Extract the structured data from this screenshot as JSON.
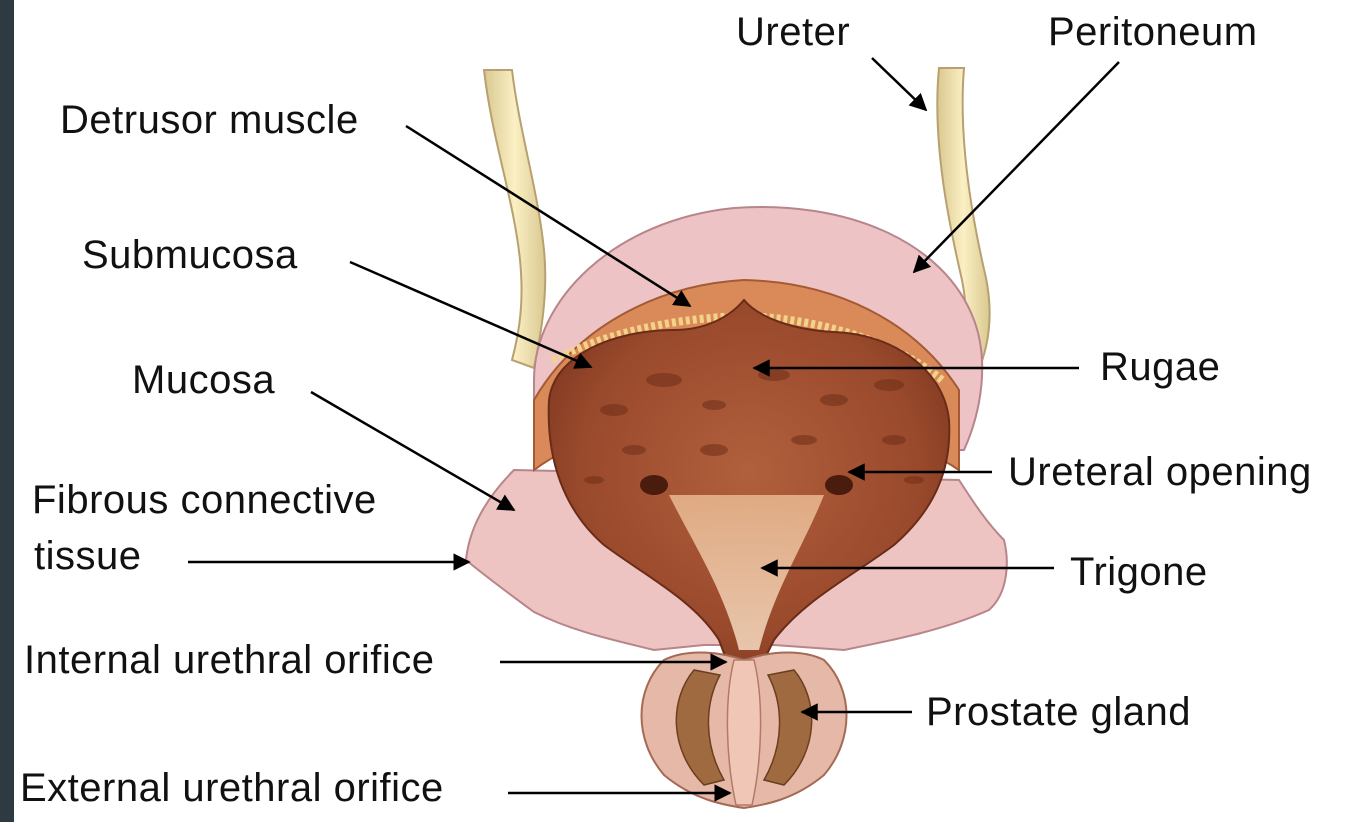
{
  "title": "",
  "labels": {
    "ureter": "Ureter",
    "peritoneum": "Peritoneum",
    "detrusor_muscle": "Detrusor muscle",
    "submucosa": "Submucosa",
    "mucosa": "Mucosa",
    "rugae": "Rugae",
    "ureteral_opening": "Ureteral opening",
    "fibrous_connective_tissue_line1": "Fibrous connective",
    "fibrous_connective_tissue_line2": "tissue",
    "trigone": "Trigone",
    "internal_urethral_orifice": "Internal urethral orifice",
    "prostate_gland": "Prostate gland",
    "external_urethral_orifice": "External urethral orifice"
  },
  "colors": {
    "frame": "#2e3a42",
    "background": "#ffffff",
    "ureter": "#f2e4a8",
    "peritoneum": "#e8b3b8",
    "muscle": "#d98a58",
    "mucosa": "#9c4a2c",
    "trigone": "#f0d0a8",
    "prostate": "#c98f70",
    "leader_line": "#000000"
  }
}
